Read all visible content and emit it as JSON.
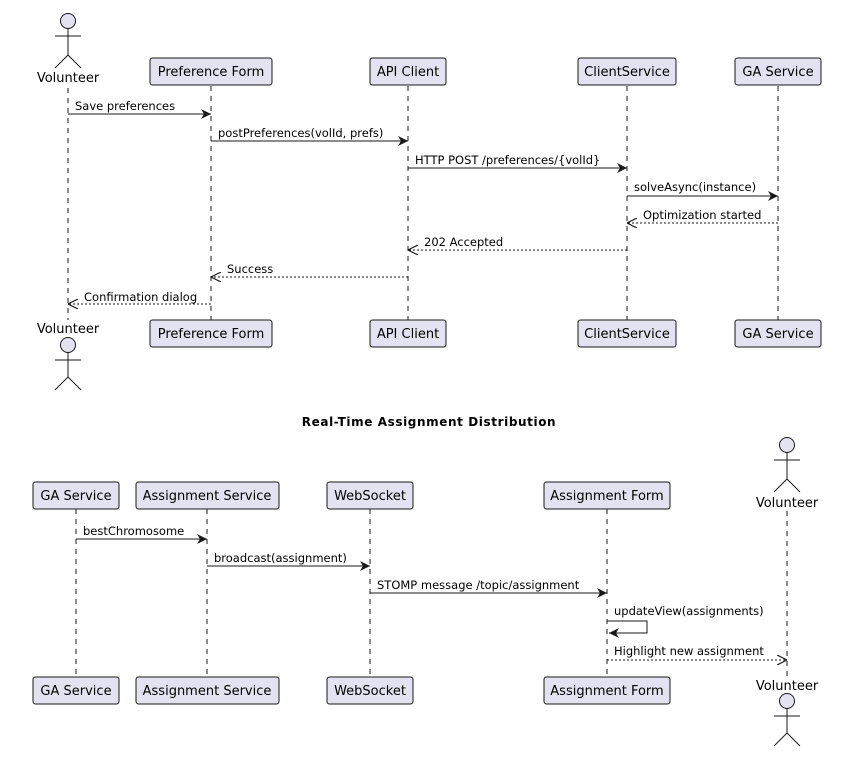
{
  "diagram1": {
    "participants": {
      "volunteer": "Volunteer",
      "preference_form": "Preference Form",
      "api_client": "API Client",
      "client_service": "ClientService",
      "ga_service": "GA Service"
    },
    "messages": [
      "Save preferences",
      "postPreferences(volId, prefs)",
      "HTTP POST /preferences/{volId}",
      "solveAsync(instance)",
      "Optimization started",
      "202 Accepted",
      "Success",
      "Confirmation dialog"
    ]
  },
  "diagram2": {
    "title": "Real-Time Assignment Distribution",
    "participants": {
      "ga_service": "GA Service",
      "assignment_service": "Assignment Service",
      "websocket": "WebSocket",
      "assignment_form": "Assignment Form",
      "volunteer": "Volunteer"
    },
    "messages": [
      "bestChromosome",
      "broadcast(assignment)",
      "STOMP message /topic/assignment",
      "updateView(assignments)",
      "Highlight new assignment"
    ]
  }
}
